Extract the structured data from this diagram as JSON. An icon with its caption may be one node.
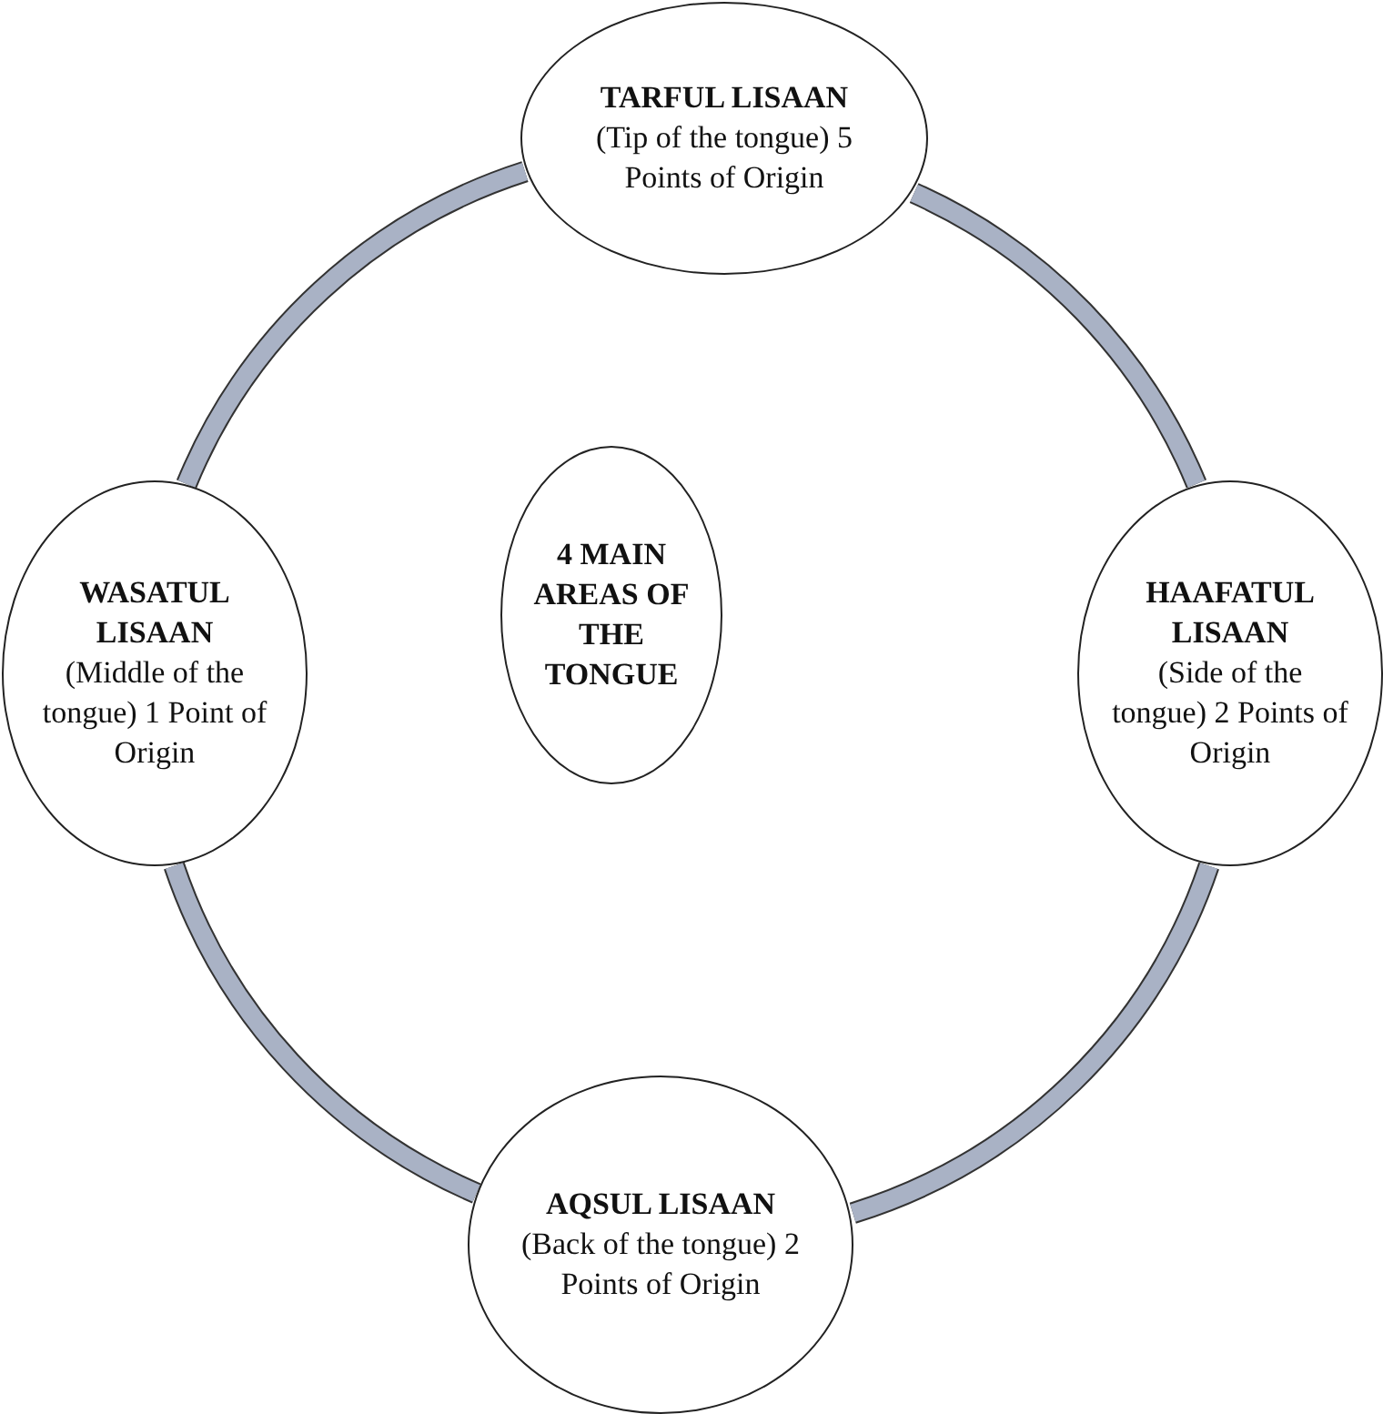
{
  "diagram": {
    "nodes": [
      {
        "text": [
          "TARFUL LISAAN",
          "(Tip of the tongue) 5 Points of Origin"
        ]
      },
      {
        "text": [
          "WASATUL LISAAN",
          "(Middle of the tongue) 1 Point of Origin"
        ]
      },
      {
        "text": [
          "4 MAIN AREAS OF THE TONGUE"
        ]
      },
      {
        "text": [
          "HAAFATUL LISAAN",
          "(Side of the tongue) 2 Points of Origin"
        ]
      },
      {
        "text": [
          "AQSUL LISAAN",
          "(Back of the tongue) 2 Points of Origin"
        ]
      }
    ],
    "edges": [
      {
        "from": 0,
        "to": 3,
        "arrow": "none"
      },
      {
        "from": 3,
        "to": 4,
        "arrow": "none"
      },
      {
        "from": 4,
        "to": 1,
        "arrow": "none"
      },
      {
        "from": 1,
        "to": 0,
        "arrow": "none"
      }
    ]
  }
}
